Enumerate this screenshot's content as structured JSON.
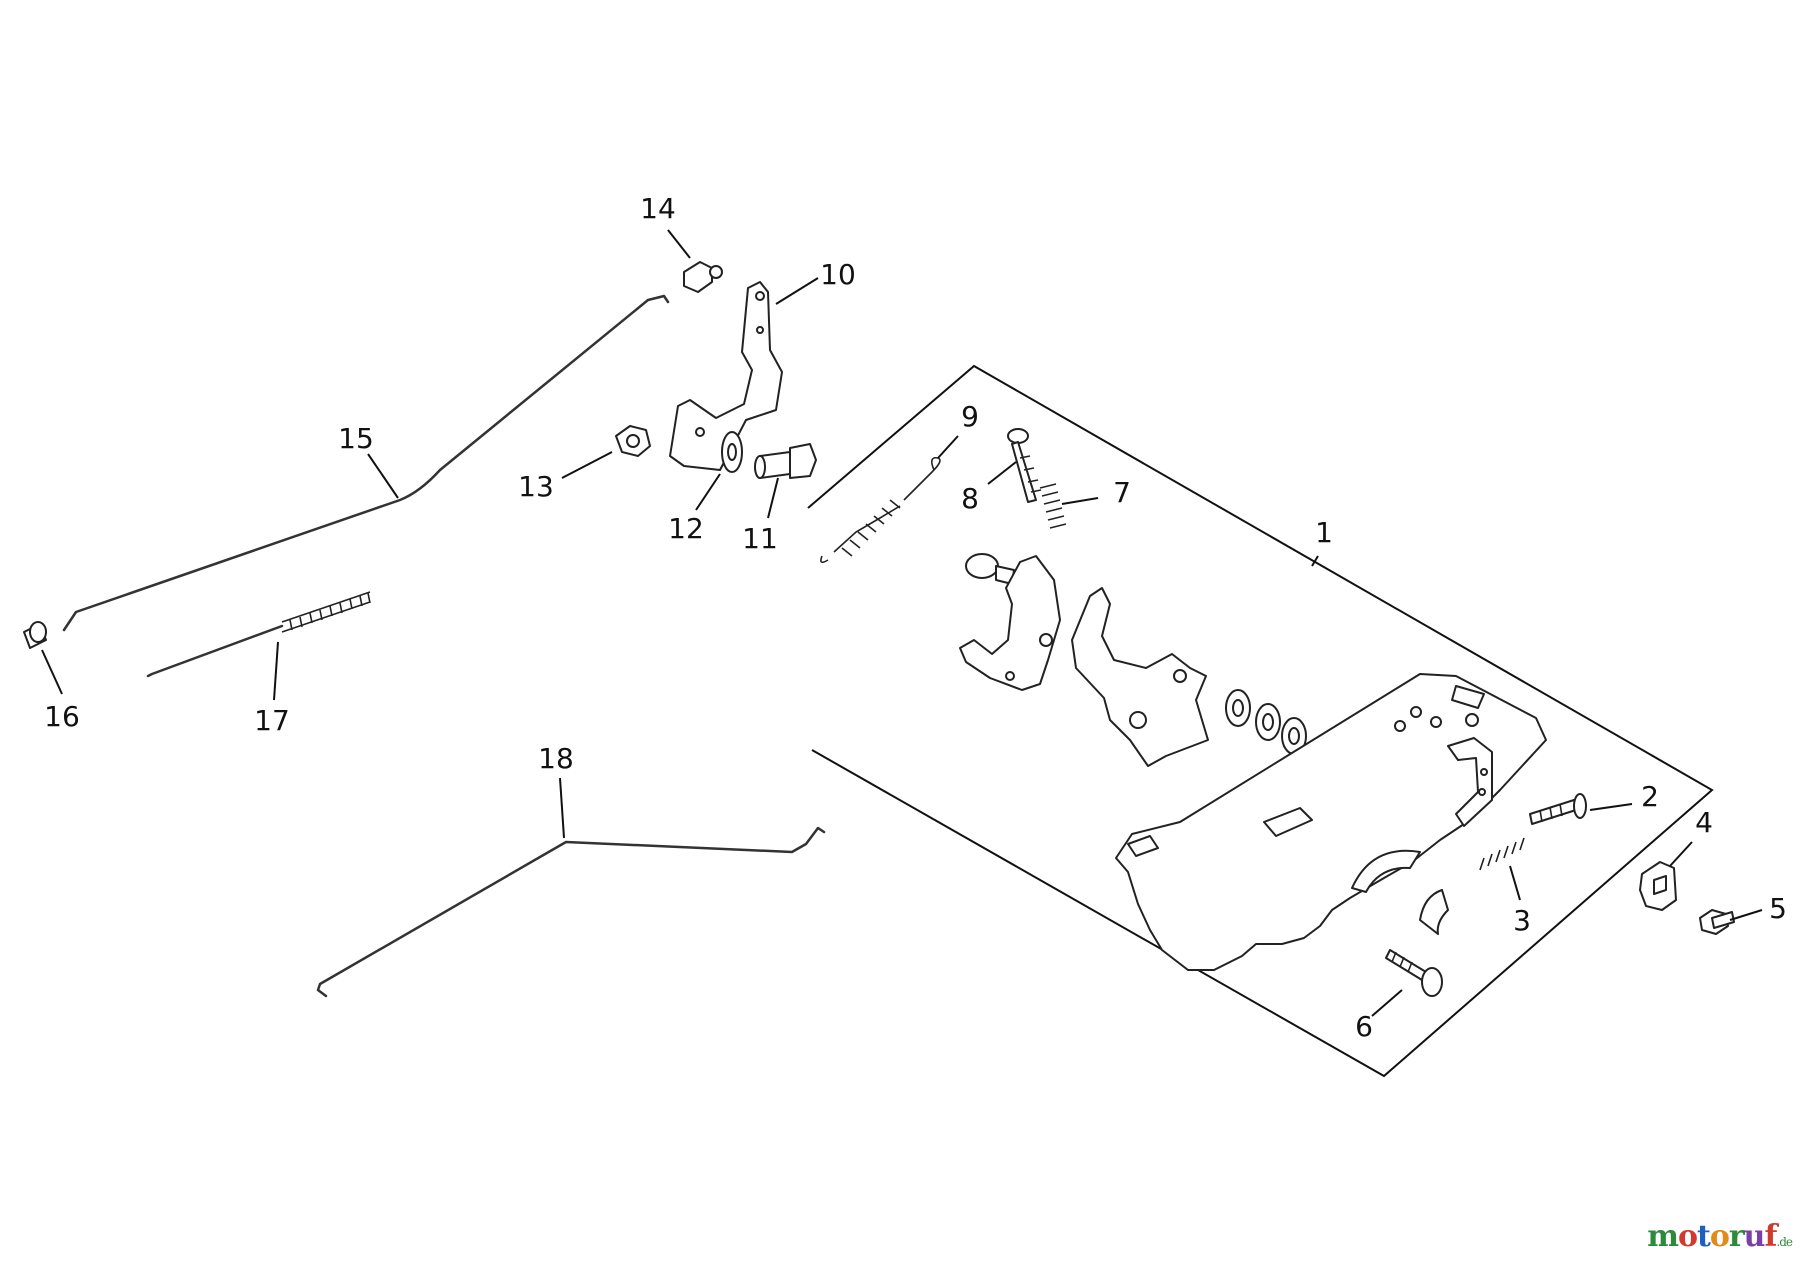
{
  "diagram": {
    "callouts": [
      {
        "id": "1",
        "label": "1"
      },
      {
        "id": "2",
        "label": "2"
      },
      {
        "id": "3",
        "label": "3"
      },
      {
        "id": "4",
        "label": "4"
      },
      {
        "id": "5",
        "label": "5"
      },
      {
        "id": "6",
        "label": "6"
      },
      {
        "id": "7",
        "label": "7"
      },
      {
        "id": "8",
        "label": "8"
      },
      {
        "id": "9",
        "label": "9"
      },
      {
        "id": "10",
        "label": "10"
      },
      {
        "id": "11",
        "label": "11"
      },
      {
        "id": "12",
        "label": "12"
      },
      {
        "id": "13",
        "label": "13"
      },
      {
        "id": "14",
        "label": "14"
      },
      {
        "id": "15",
        "label": "15"
      },
      {
        "id": "16",
        "label": "16"
      },
      {
        "id": "17",
        "label": "17"
      },
      {
        "id": "18",
        "label": "18"
      }
    ]
  },
  "watermark": {
    "text": "motoruf",
    "suffix": ".de",
    "letter_colors": [
      "#2d8a3a",
      "#d13b2e",
      "#1f5fbf",
      "#e08b1a",
      "#2d8a3a",
      "#7a3fa8",
      "#d13b2e"
    ]
  }
}
